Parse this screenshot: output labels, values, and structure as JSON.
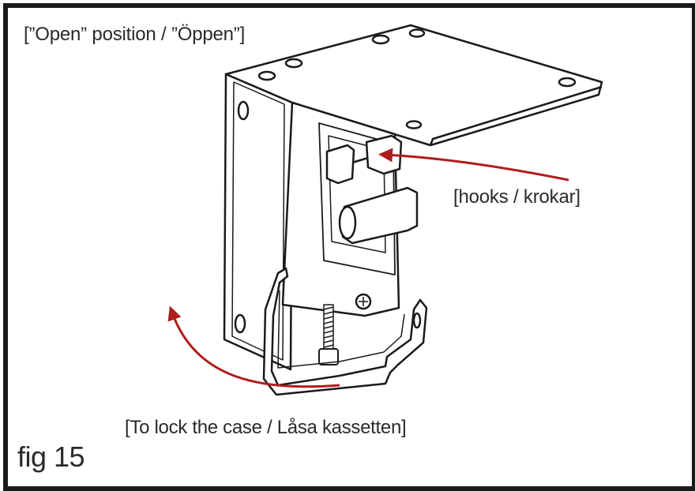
{
  "labels": {
    "open_position": "[”Open” position / ”Öppen”]",
    "hooks": "[hooks / krokar]",
    "lock_case": "[To lock the case / Låsa kassetten]",
    "figure": "fig 15"
  },
  "colors": {
    "arrow": "#b01c1c",
    "line": "#1a1a1a",
    "frame": "#1a1a1a"
  }
}
